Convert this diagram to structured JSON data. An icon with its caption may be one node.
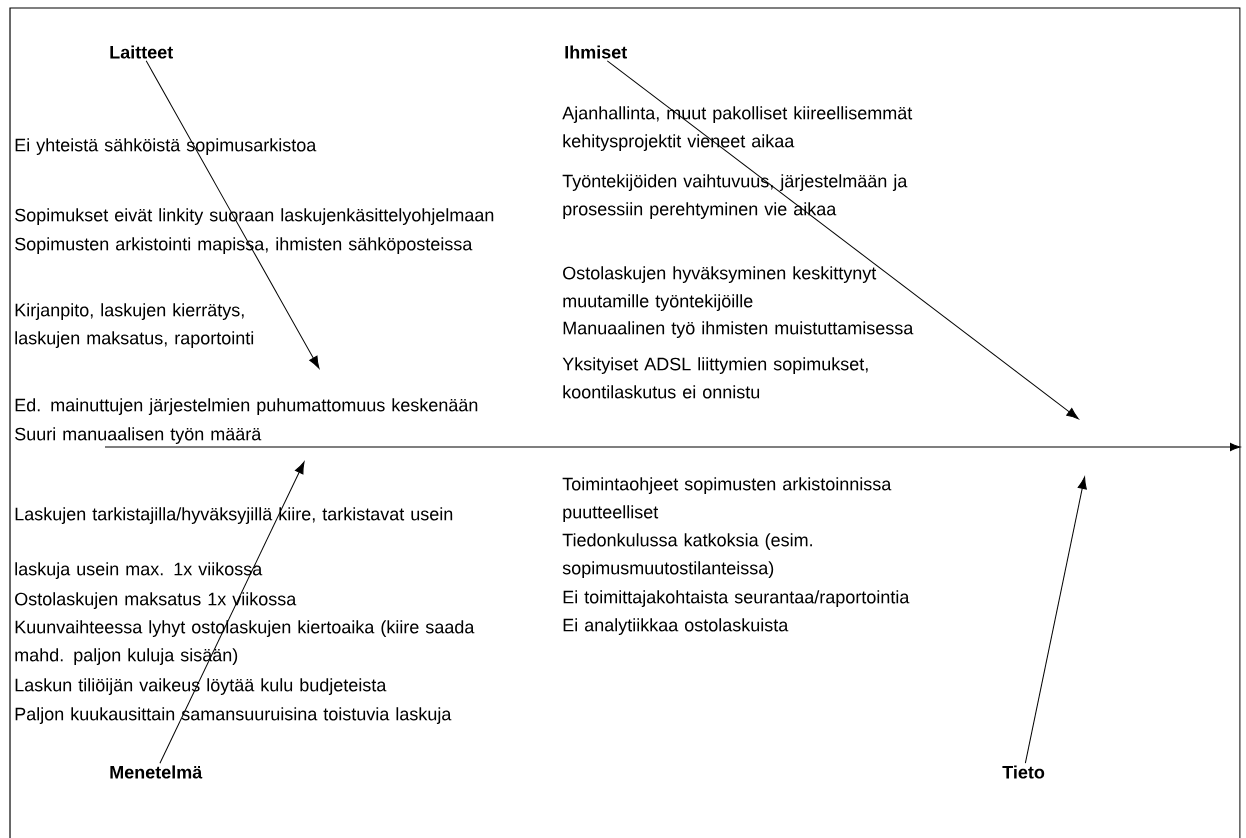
{
  "diagram": {
    "nodes": [
      {
        "text": [
          "Laitteet"
        ]
      },
      {
        "text": [
          "Ihmiset"
        ]
      },
      {
        "text": [
          "Menetelmä"
        ]
      },
      {
        "text": [
          "Tieto"
        ]
      }
    ],
    "edges": [
      {
        "from": 0,
        "to": null,
        "arrow": "to"
      },
      {
        "from": 1,
        "to": null,
        "arrow": "to"
      },
      {
        "from": 2,
        "to": null,
        "arrow": "to"
      },
      {
        "from": 3,
        "to": null,
        "arrow": "to"
      }
    ],
    "labels": [
      "Ei yhteistä sähköistä sopimusarkistoa",
      "Sopimukset eivät linkity suoraan laskujenkäsittelyohjelmaan",
      "Sopimusten arkistointi mapissa, ihmisten sähköposteissa",
      "Kirjanpito, laskujen kierrätys, laskujen maksatus, raportointi",
      "Ed. mainuttujen järjestelmien puhumattomuus keskenään",
      "Suuri manuaalisen työn määrä",
      "Ajanhallinta, muut pakolliset kiireellisemmät kehitysprojektit vieneet aikaa",
      "Työntekijöiden vaihtuvuus, järjestelmään ja prosessiin perehtyminen vie aikaa",
      "Ostolaskujen hyväksyminen keskittynyt muutamille työntekijöille",
      "Manuaalinen työ ihmisten muistuttamisessa",
      "Yksityiset ADSL liittymien sopimukset, koontilaskutus ei onnistu",
      "Laskujen tarkistajilla/hyväksyjillä kiire, tarkistavat usein",
      "laskuja usein max. 1x viikossa",
      "Ostolaskujen maksatus 1x viikossa",
      "Kuunvaihteessa lyhyt ostolaskujen kiertoaika (kiire saada mahd. paljon kuluja sisään)",
      "Laskun tiliöijän vaikeus löytää kulu budjeteista",
      "Paljon kuukausittain samansuuruisina toistuvia laskuja",
      "Toimintaohjeet sopimusten arkistoinnissa puutteelliset",
      "Tiedonkulussa katkoksia (esim. sopimusmuutostilanteissa)",
      "Ei toimittajakohtaista seurantaa/raportointia",
      "Ei analytiikkaa ostolaskuista"
    ]
  }
}
